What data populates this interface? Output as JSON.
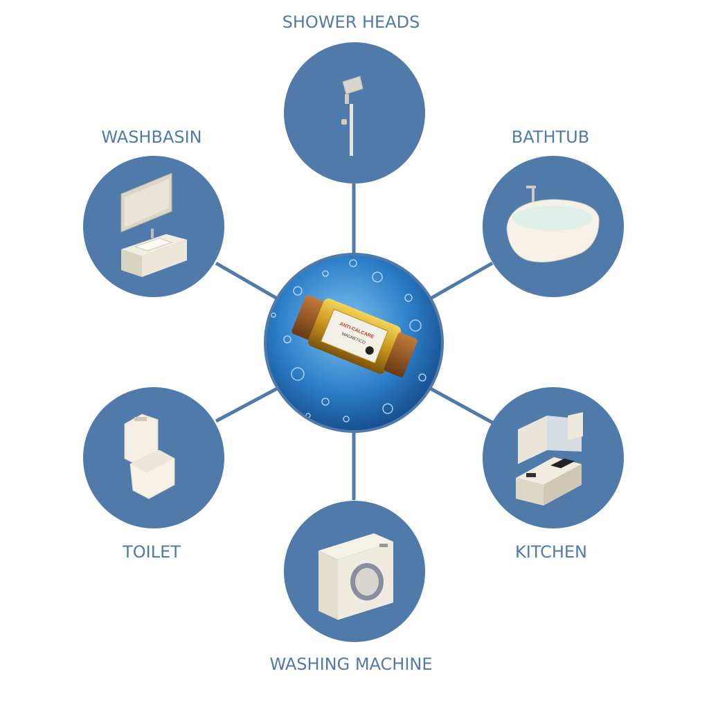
{
  "center": {
    "name": "water-device",
    "label_lines": [
      "ANTI-CALCARE",
      "MAGNETICO"
    ]
  },
  "nodes": [
    {
      "key": "shower",
      "label": "SHOWER HEADS",
      "icon": "shower-head-icon"
    },
    {
      "key": "bathtub",
      "label": "BATHTUB",
      "icon": "bathtub-icon"
    },
    {
      "key": "kitchen",
      "label": "KITCHEN",
      "icon": "kitchen-icon"
    },
    {
      "key": "washing",
      "label": "WASHING MACHINE",
      "icon": "washing-machine-icon"
    },
    {
      "key": "toilet",
      "label": "TOILET",
      "icon": "toilet-icon"
    },
    {
      "key": "washbasin",
      "label": "WASHBASIN",
      "icon": "washbasin-icon"
    }
  ],
  "colors": {
    "circle": "#4f7aaa",
    "connector": "#4f7aaa",
    "label": "#4f7aaa",
    "water": "#2a6fb8",
    "brass": "#c9a128",
    "fixture": "#f3efe2"
  }
}
